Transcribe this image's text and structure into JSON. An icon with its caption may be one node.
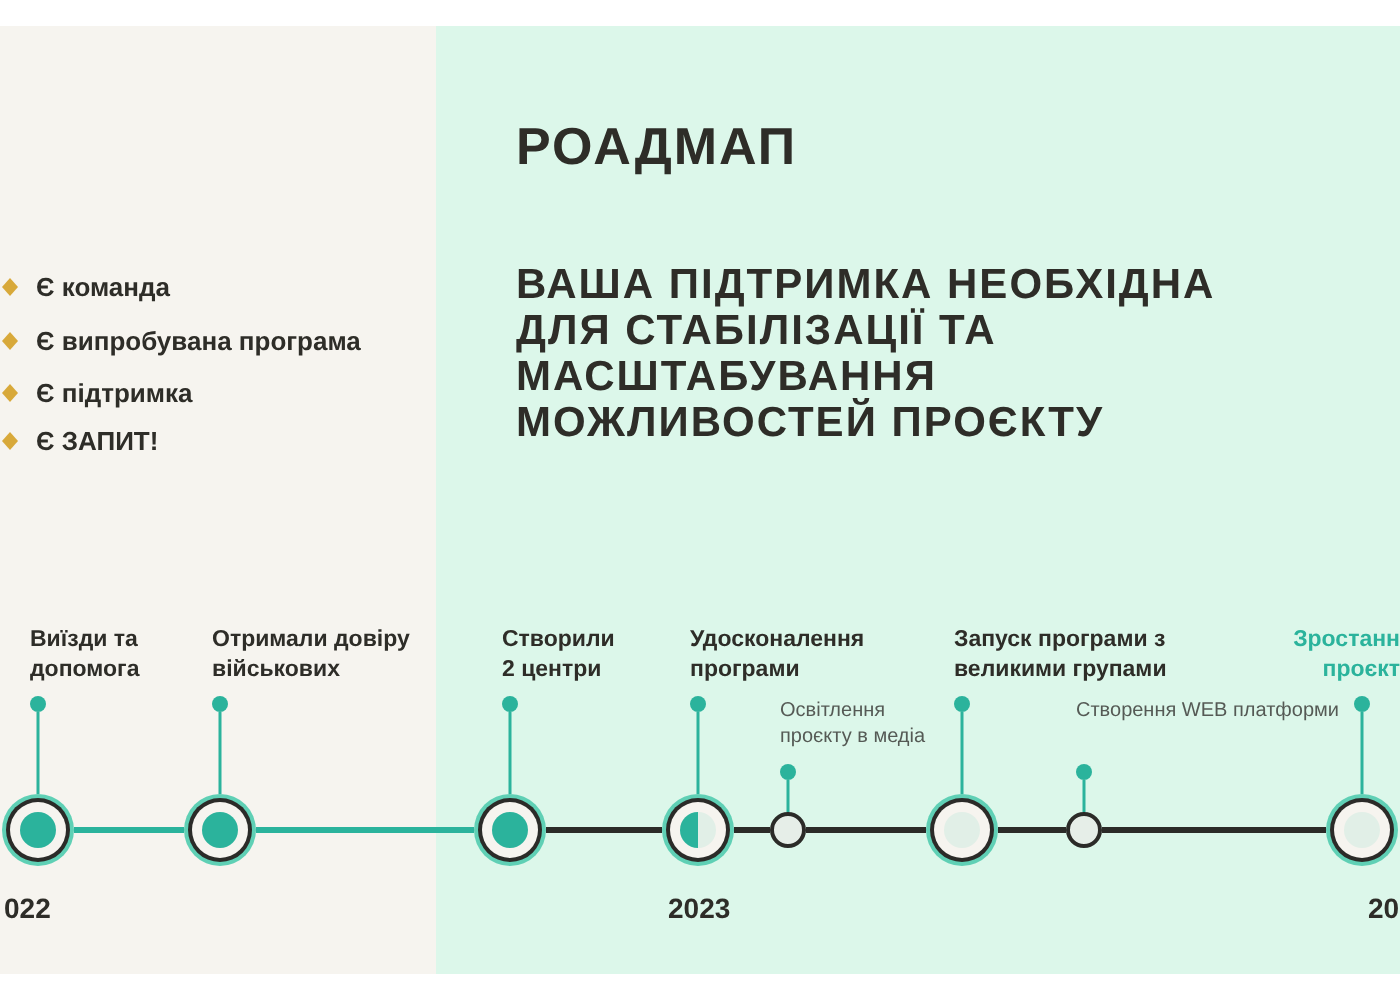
{
  "diagram": {
    "title": "РОАДМАП",
    "nodes": [
      {
        "text": [
          "Виїзди та допомога"
        ]
      },
      {
        "text": [],
        "shape": "circle"
      },
      {
        "text": [
          "Отримали довіру військових"
        ]
      },
      {
        "text": [],
        "shape": "circle"
      },
      {
        "text": [
          "Створили 2 центри"
        ]
      },
      {
        "text": [],
        "shape": "circle"
      },
      {
        "text": [
          "Удосконалення програми"
        ]
      },
      {
        "text": [],
        "shape": "circle"
      },
      {
        "text": [
          "Освітлення проєкту в медіа"
        ]
      },
      {
        "text": [],
        "shape": "circle"
      },
      {
        "text": [
          "Запуск програми з великими групами"
        ]
      },
      {
        "text": [],
        "shape": "circle"
      },
      {
        "text": [
          "Створення WEB платформи"
        ]
      },
      {
        "text": [],
        "shape": "circle"
      },
      {
        "text": [
          "Зростанн проєкт"
        ]
      },
      {
        "text": [],
        "shape": "circle"
      }
    ],
    "edges": [
      {
        "from": 0,
        "to": 1,
        "arrow": "none"
      },
      {
        "from": 2,
        "to": 3,
        "arrow": "none"
      },
      {
        "from": 4,
        "to": 5,
        "arrow": "none"
      },
      {
        "from": 6,
        "to": 7,
        "arrow": "none"
      },
      {
        "from": 8,
        "to": 9,
        "arrow": "none"
      },
      {
        "from": 10,
        "to": 11,
        "arrow": "none"
      },
      {
        "from": 12,
        "to": 13,
        "arrow": "none"
      },
      {
        "from": 14,
        "to": 15,
        "arrow": "none"
      },
      {
        "from": 1,
        "to": 3,
        "arrow": "none",
        "style": "thick"
      },
      {
        "from": 3,
        "to": 5,
        "arrow": "none",
        "style": "thick"
      },
      {
        "from": 5,
        "to": 7,
        "arrow": "none",
        "style": "thick",
        "color": "#2b2b28"
      },
      {
        "from": 7,
        "to": 9,
        "arrow": "none",
        "style": "thick",
        "color": "#2b2b28"
      },
      {
        "from": 9,
        "to": 11,
        "arrow": "none",
        "style": "thick",
        "color": "#2b2b28"
      },
      {
        "from": 11,
        "to": 13,
        "arrow": "none",
        "style": "thick",
        "color": "#2b2b28"
      },
      {
        "from": 13,
        "to": 15,
        "arrow": "none",
        "style": "thick",
        "color": "#2b2b28"
      }
    ],
    "labels": [
      "Є команда",
      "Є випробувана програма",
      "Є підтримка",
      "Є ЗАПИТ!",
      "ВАША ПІДТРИМКА НЕОБХІДНА ДЛЯ СТАБІЛІЗАЦІЇ ТА МАСШТАБУВАННЯ МОЖЛИВОСТЕЙ ПРОЄКТУ",
      "022",
      "2023",
      "20"
    ]
  }
}
